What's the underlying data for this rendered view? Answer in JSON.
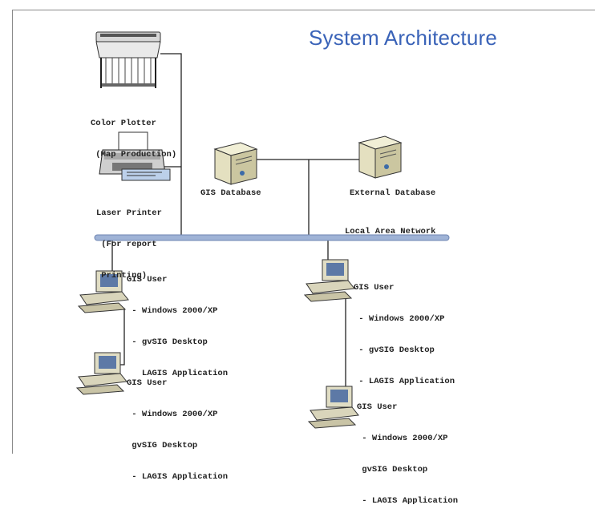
{
  "title": "System Architecture",
  "network_label": "Local Area Network",
  "devices": {
    "plotter": {
      "icon": "color-plotter-icon",
      "label": [
        "Color Plotter",
        " (Map Production)"
      ]
    },
    "laser_printer": {
      "icon": "laser-printer-icon",
      "label": [
        "Laser Printer",
        " (For report",
        " Printing)"
      ]
    },
    "gis_database": {
      "icon": "server-icon",
      "label": "GIS Database"
    },
    "external_database": {
      "icon": "server-icon",
      "label": "External Database"
    }
  },
  "workstations": [
    {
      "icon": "workstation-icon",
      "lines": [
        "GIS User",
        " - Windows 2000/XP",
        " - gvSIG Desktop",
        "   LAGIS Application"
      ]
    },
    {
      "icon": "workstation-icon",
      "lines": [
        "GIS User",
        " - Windows 2000/XP",
        " - gvSIG Desktop",
        " - LAGIS Application"
      ]
    },
    {
      "icon": "workstation-icon",
      "lines": [
        "GIS User",
        " - Windows 2000/XP",
        " gvSIG Desktop",
        " - LAGIS Application"
      ]
    },
    {
      "icon": "workstation-icon",
      "lines": [
        "GIS User",
        " - Windows 2000/XP",
        " gvSIG Desktop",
        " - LAGIS Application"
      ]
    }
  ],
  "colors": {
    "title": "#3a63b8",
    "network_bar": "#9fb3d6",
    "line": "#222222"
  }
}
